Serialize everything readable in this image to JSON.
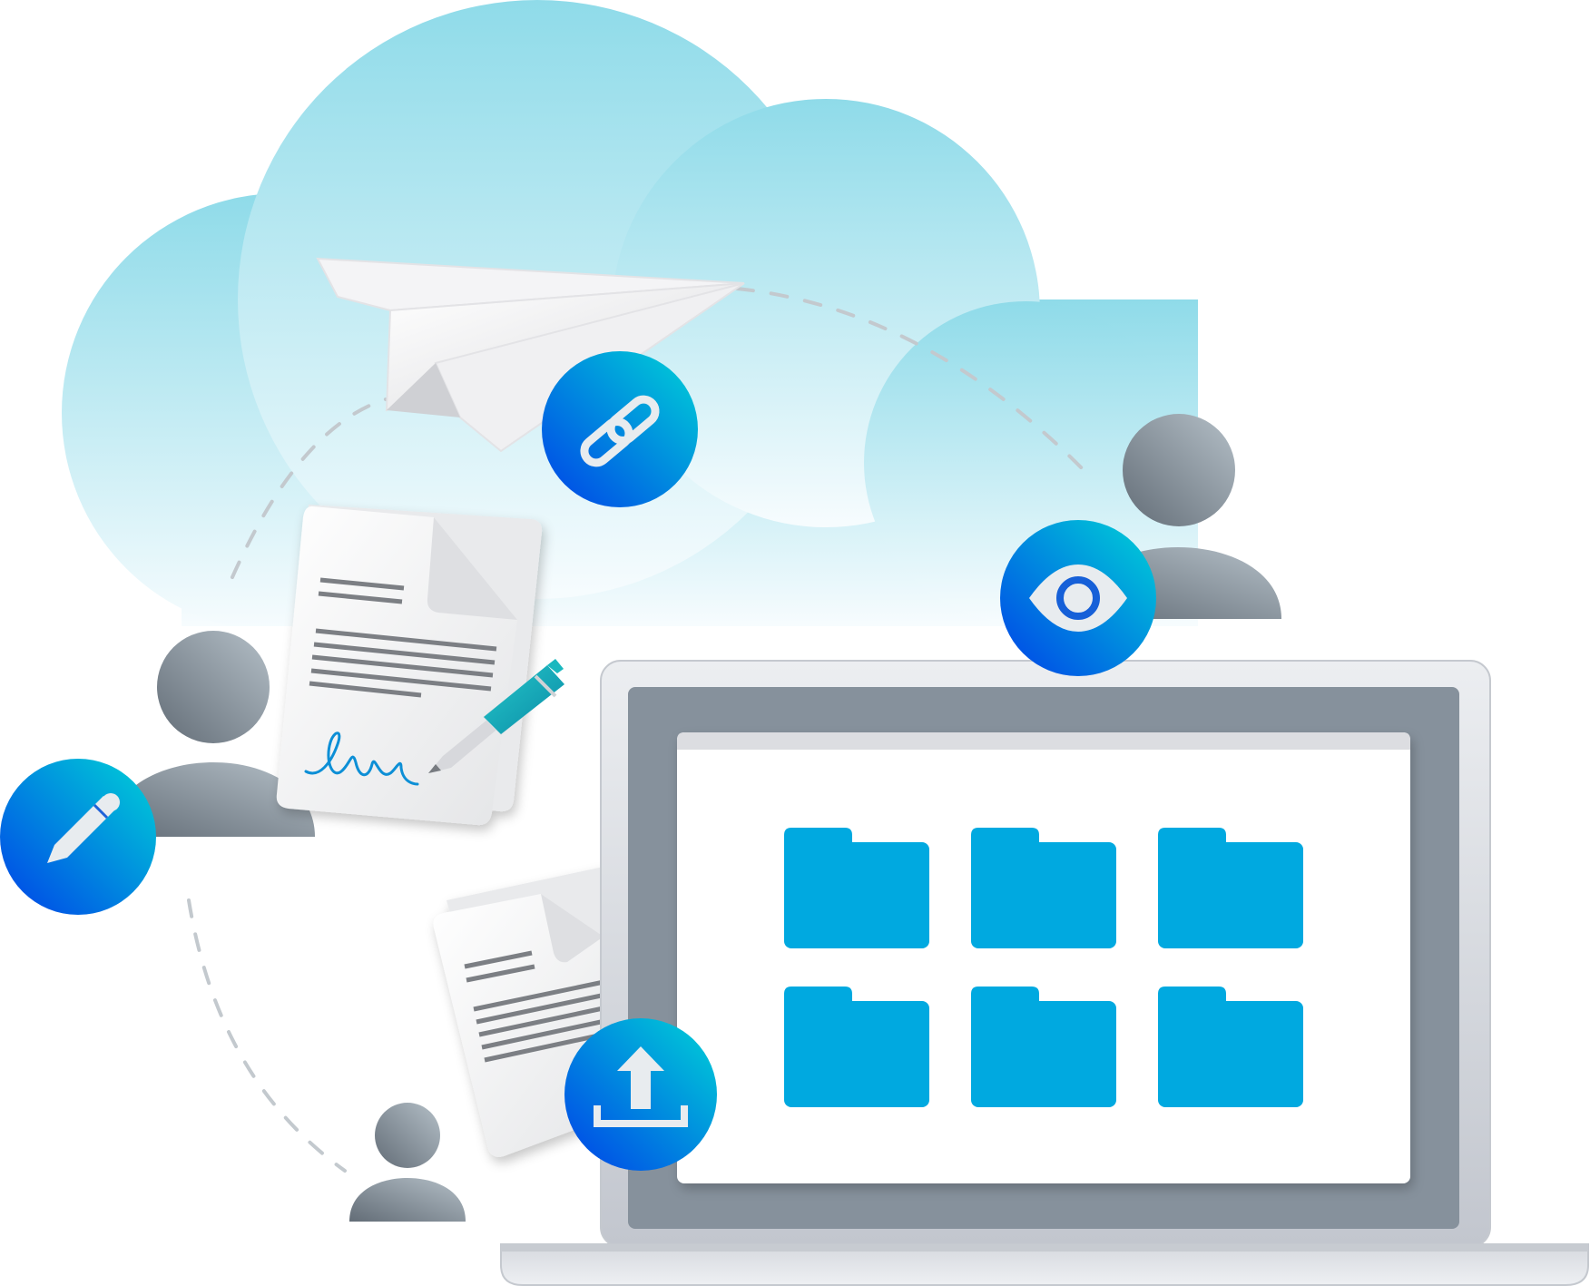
{
  "illustration": {
    "folders": [
      {
        "name": "folder-1"
      },
      {
        "name": "folder-2"
      },
      {
        "name": "folder-3"
      },
      {
        "name": "folder-4"
      },
      {
        "name": "folder-5"
      },
      {
        "name": "folder-6"
      }
    ],
    "badges": [
      {
        "icon": "link-icon"
      },
      {
        "icon": "eye-icon"
      },
      {
        "icon": "pencil-icon"
      },
      {
        "icon": "upload-icon"
      }
    ]
  },
  "colors": {
    "cloud_top": "#8fdbe9",
    "cloud_bottom": "#f7fcfe",
    "folder": "#00a9e0",
    "badge_start": "#0050e6",
    "badge_end": "#00c4d8",
    "person_light": "#aab6bf",
    "person_dark": "#6b7680",
    "screen_bezel": "#86919c",
    "laptop_body": "#e6e8ec",
    "dash_line": "#c3c9ce"
  }
}
